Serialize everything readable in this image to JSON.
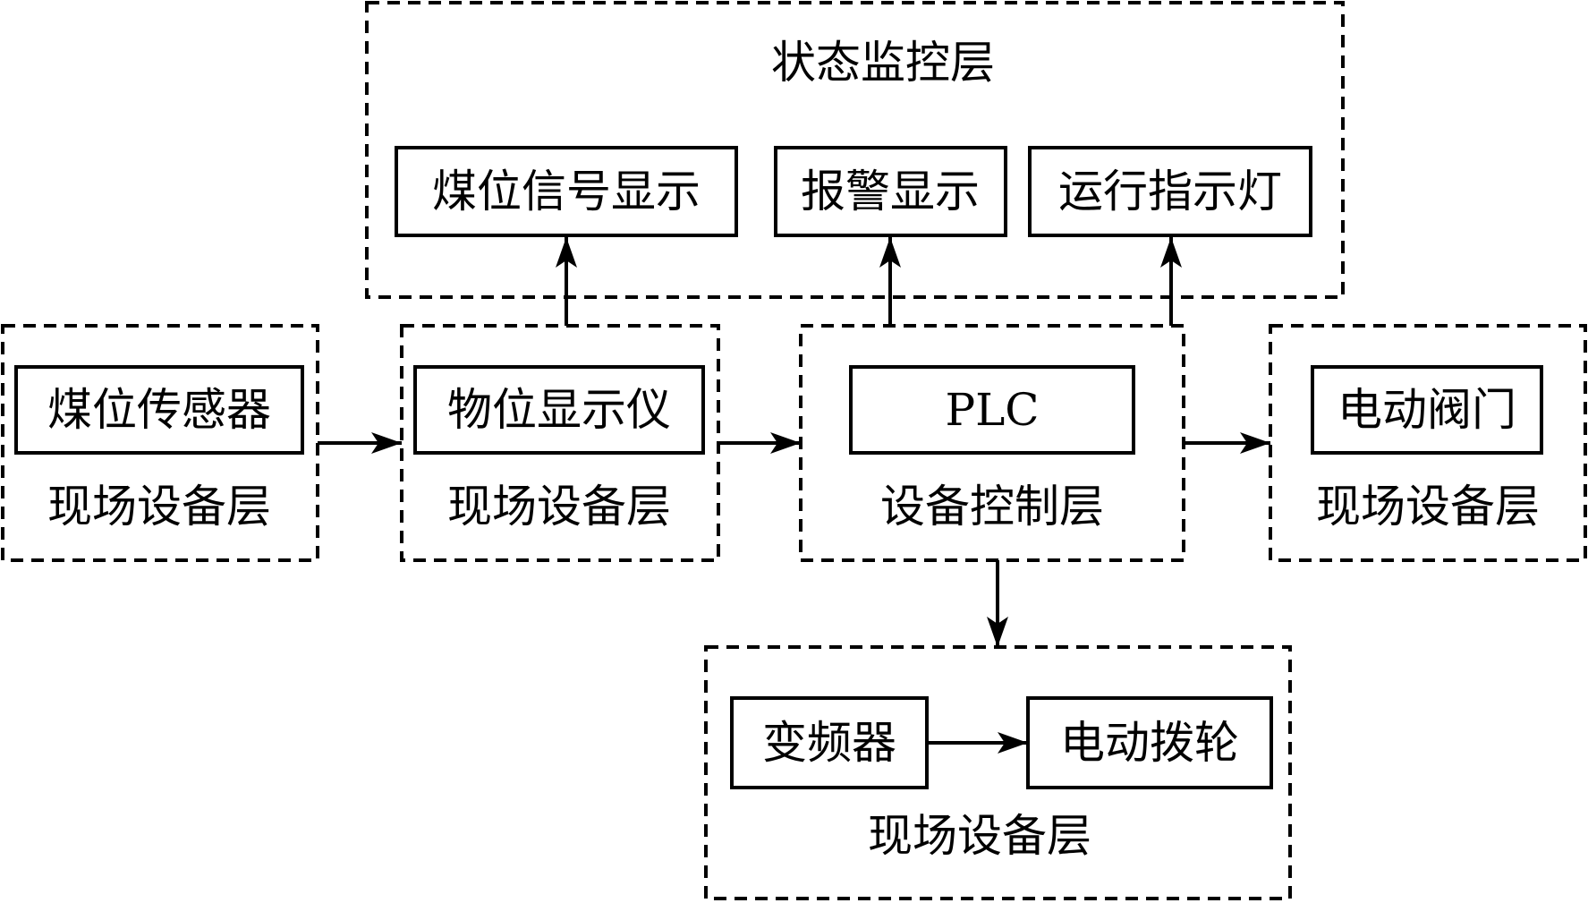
{
  "monitoring_layer": {
    "title": "状态监控层",
    "boxes": [
      "煤位信号显示",
      "报警显示",
      "运行指示灯"
    ]
  },
  "field_sensor_group": {
    "box": "煤位传感器",
    "layer": "现场设备层"
  },
  "field_display_group": {
    "box": "物位显示仪",
    "layer": "现场设备层"
  },
  "control_group": {
    "box": "PLC",
    "layer": "设备控制层"
  },
  "field_valve_group": {
    "box": "电动阀门",
    "layer": "现场设备层"
  },
  "field_drive_group": {
    "boxes": [
      "变频器",
      "电动拨轮"
    ],
    "layer": "现场设备层"
  }
}
